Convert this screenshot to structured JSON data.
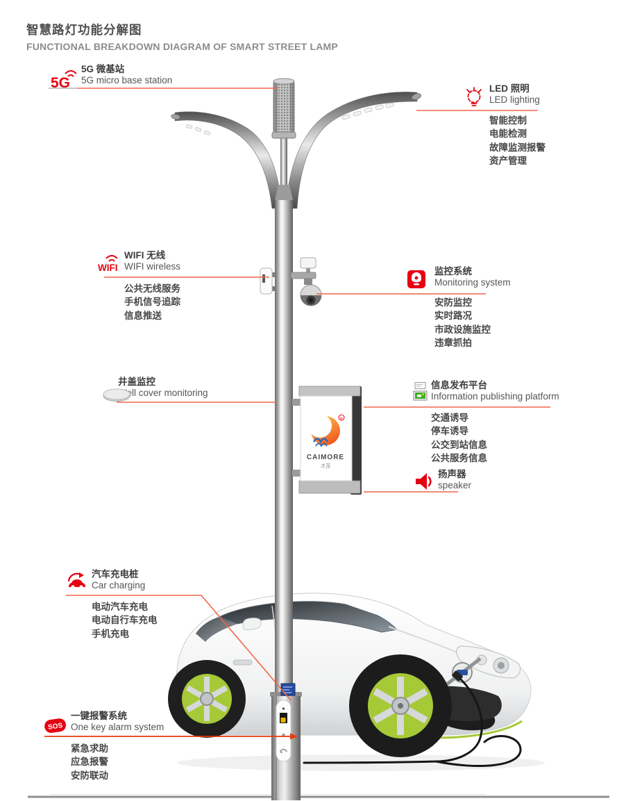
{
  "title": {
    "zh": "智慧路灯功能分解图",
    "en": "FUNCTIONAL BREAKDOWN DIAGRAM OF SMART STREET LAMP"
  },
  "colors": {
    "leader_line": "#f26649",
    "alarm_line": "#e8380d",
    "icon_red": "#e60012",
    "label_text": "#3d3d3d",
    "subtitle_gray": "#8c8c8c",
    "wheel_green": "#a6c937"
  },
  "features": {
    "g5": {
      "icon_text": "5G",
      "zh": "5G 微基站",
      "en": "5G micro base station",
      "items": []
    },
    "led": {
      "zh": "LED 照明",
      "en": "LED lighting",
      "items": [
        "智能控制",
        "电能检测",
        "故障监测报警",
        "资产管理"
      ]
    },
    "wifi": {
      "icon_text": "WIFI",
      "zh": "WIFI 无线",
      "en": "WIFI wireless",
      "items": [
        "公共无线服务",
        "手机信号追踪",
        "信息推送"
      ]
    },
    "monitoring": {
      "zh": "监控系统",
      "en": "Monitoring system",
      "items": [
        "安防监控",
        "实时路况",
        "市政设施监控",
        "违章抓拍"
      ]
    },
    "wellcover": {
      "zh": "井盖监控",
      "en": "Well cover monitoring",
      "items": []
    },
    "info": {
      "zh": "信息发布平台",
      "en": "Information publishing platform",
      "items": [
        "交通诱导",
        "停车诱导",
        "公交到站信息",
        "公共服务信息"
      ]
    },
    "speaker": {
      "zh": "扬声器",
      "en": "speaker",
      "items": []
    },
    "charging": {
      "zh": "汽车充电桩",
      "en": "Car charging",
      "items": [
        "电动汽车充电",
        "电动自行车充电",
        "手机充电"
      ]
    },
    "sos": {
      "icon_text": "SOS",
      "zh": "一键报警系统",
      "en": "One key alarm system",
      "items": [
        "紧急求助",
        "应急报警",
        "安防联动"
      ]
    }
  },
  "lamp": {
    "screen_brand": "CAIMORE",
    "screen_brand_sub": "才茂"
  }
}
